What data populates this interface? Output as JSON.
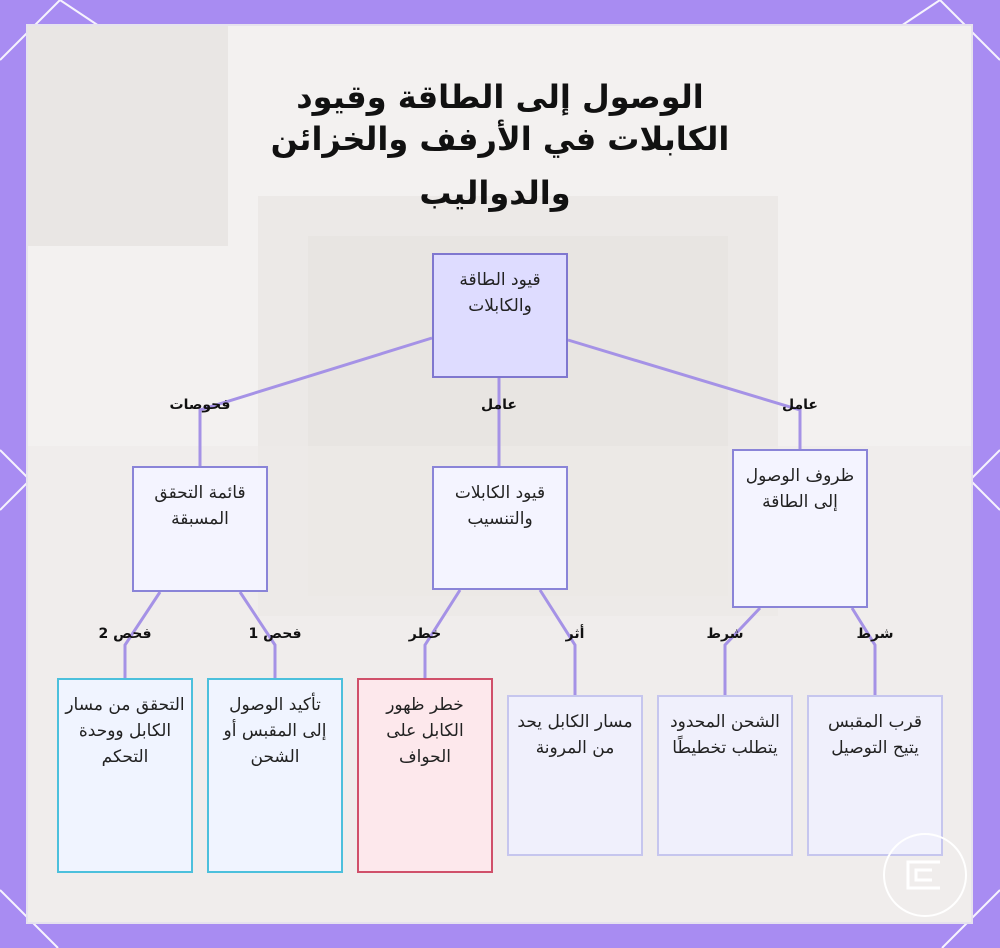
{
  "title": {
    "line1": "الوصول إلى الطاقة وقيود",
    "line2": "الكابلات في الأرفف والخزائن",
    "line3": "والدواليب"
  },
  "nodes": {
    "root": "قيود الطاقة والكابلات",
    "checklist": "قائمة التحقق المسبقة",
    "cable": "قيود الكابلات والتنسيب",
    "access": "ظروف الوصول إلى الطاقة",
    "verify_path": "التحقق من مسار الكابل ووحدة التحكم",
    "confirm_outlet": "تأكيد الوصول إلى المقبس أو الشحن",
    "edge_risk": "خطر ظهور الكابل على الحواف",
    "path_flex": "مسار الكابل يحد من المرونة",
    "limited_charge": "الشحن المحدود يتطلب تخطيطًا",
    "near_outlet": "قرب المقبس يتيح التوصيل"
  },
  "edges": {
    "root_checklist": "فحوصات",
    "root_cable": "عامل",
    "root_access": "عامل",
    "check2": "فحص 2",
    "check1": "فحص 1",
    "risk": "خطر",
    "effect": "أثر",
    "cond1": "شرط",
    "cond2": "شرط"
  },
  "colors": {
    "frame": "#a88cf2",
    "edge": "#a592e6",
    "root_fill": "#dedcff",
    "blue_border": "#4cc0dc",
    "red_border": "#d0506a"
  },
  "icons": {
    "logo": "logo-icon"
  }
}
